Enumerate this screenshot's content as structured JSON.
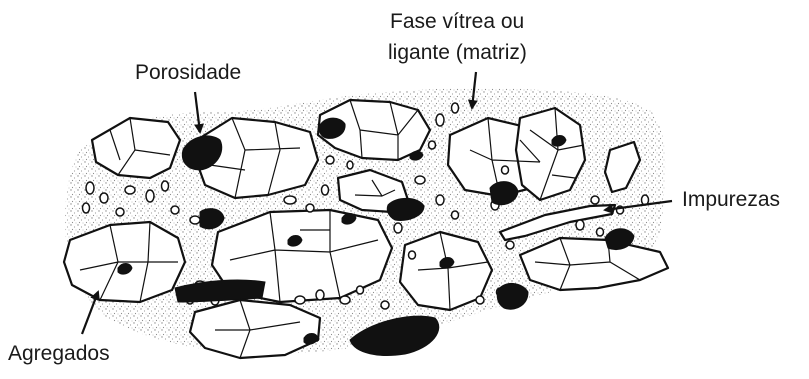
{
  "labels": {
    "porosidade": "Porosidade",
    "fase_vitrea_line1": "Fase vítrea ou",
    "fase_vitrea_line2": "ligante (matriz)",
    "impurezas": "Impurezas",
    "agregados": "Agregados"
  },
  "colors": {
    "ink": "#111111",
    "matrix_speckle": "#9a9a9a",
    "grain_fill": "#ffffff",
    "background": "#ffffff"
  }
}
